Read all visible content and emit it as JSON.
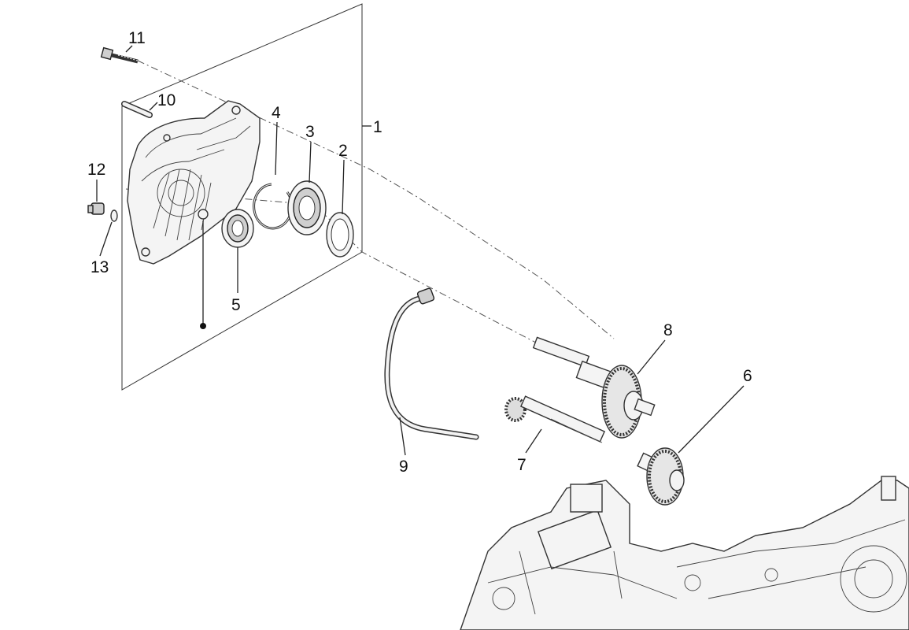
{
  "diagram": {
    "callouts": [
      {
        "id": "c1",
        "text": "1",
        "part": "engine-cover-assembly"
      },
      {
        "id": "c2",
        "text": "2",
        "part": "oil-seal"
      },
      {
        "id": "c3",
        "text": "3",
        "part": "bearing-large"
      },
      {
        "id": "c4",
        "text": "4",
        "part": "circlip"
      },
      {
        "id": "c5",
        "text": "5",
        "part": "bearing-small"
      },
      {
        "id": "c6",
        "text": "6",
        "part": "intermediate-gear"
      },
      {
        "id": "c7",
        "text": "7",
        "part": "drive-shaft"
      },
      {
        "id": "c8",
        "text": "8",
        "part": "wheel-axle-gear"
      },
      {
        "id": "c9",
        "text": "9",
        "part": "breather-pipe"
      },
      {
        "id": "c10",
        "text": "10",
        "part": "dowel-pin"
      },
      {
        "id": "c11",
        "text": "11",
        "part": "bolt"
      },
      {
        "id": "c12",
        "text": "12",
        "part": "drain-plug"
      },
      {
        "id": "c13",
        "text": "13",
        "part": "washer"
      }
    ]
  }
}
